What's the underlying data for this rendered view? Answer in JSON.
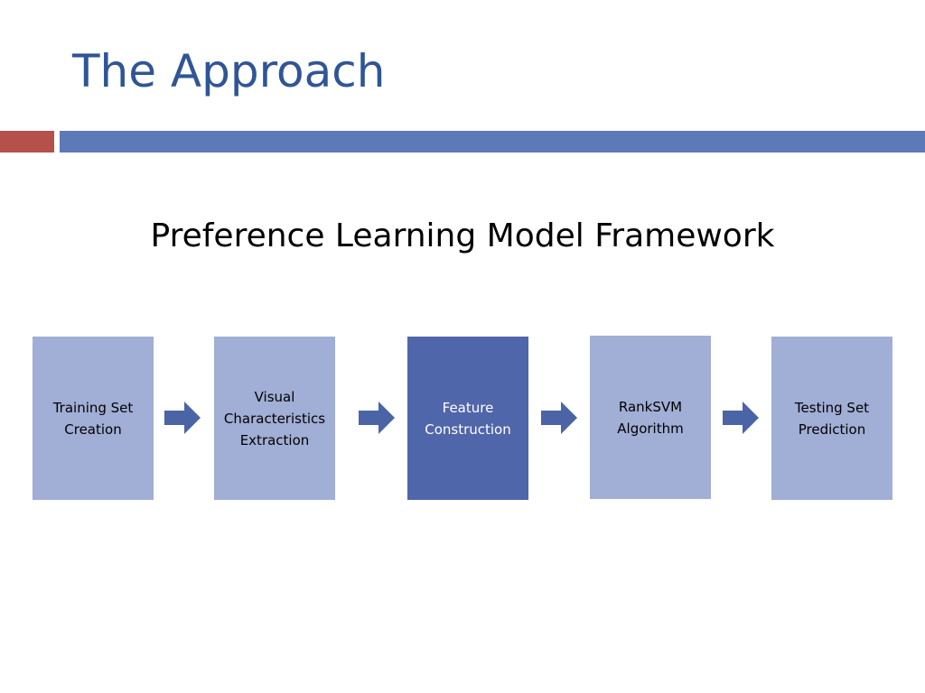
{
  "slide": {
    "title": "The Approach",
    "subtitle": "Preference Learning Model Framework"
  },
  "colors": {
    "title": "#2f5597",
    "accent_red": "#b5504b",
    "accent_blue": "#5e79b7",
    "box_light": "#a1aed5",
    "box_dark": "#5066aa",
    "arrow": "#4b64a5"
  },
  "flow": {
    "steps": [
      {
        "label": "Training Set\nCreation",
        "style": "light"
      },
      {
        "label": "Visual\nCharacteristics\nExtraction",
        "style": "light"
      },
      {
        "label": "Feature\nConstruction",
        "style": "dark"
      },
      {
        "label": "RankSVM\nAlgorithm",
        "style": "light"
      },
      {
        "label": "Testing Set\nPrediction",
        "style": "light"
      }
    ],
    "arrow_icon": "right-arrow-icon"
  }
}
